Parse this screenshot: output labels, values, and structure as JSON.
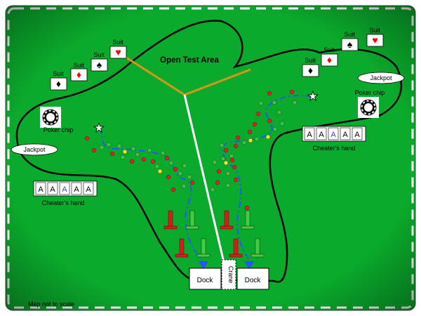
{
  "title": "Open Test Area",
  "footnote": "Map not to scale",
  "colors": {
    "field": "#0aab2c",
    "boundary": "#000000",
    "test_area_lines": "#d7961b",
    "dashed_path": "#2456ff",
    "marker_red": "#e02020",
    "marker_green": "#3ec43e",
    "marker_yellow": "#f5e32a",
    "suit_red": "#ff0000",
    "suit_black": "#000000",
    "card_blue": "#3344cc"
  },
  "left_zone": {
    "suits": [
      {
        "label": "Suit",
        "symbol": "♦",
        "color": "black"
      },
      {
        "label": "Suit",
        "symbol": "♦",
        "color": "red"
      },
      {
        "label": "Suit",
        "symbol": "♠",
        "color": "black"
      },
      {
        "label": "Suit",
        "symbol": "♥",
        "color": "red"
      }
    ],
    "poker_chip_label": "Poker chip",
    "jackpot_label": "Jackpot",
    "cheaters_hand_label": "Cheater's hand",
    "cheaters_hand_cards": [
      "A",
      "A",
      "A",
      "A",
      "A"
    ],
    "highlight_card_index": 2
  },
  "right_zone": {
    "suits": [
      {
        "label": "Suit",
        "symbol": "♦",
        "color": "black"
      },
      {
        "label": "Suit",
        "symbol": "♦",
        "color": "red"
      },
      {
        "label": "Suit",
        "symbol": "♠",
        "color": "black"
      },
      {
        "label": "Suit",
        "symbol": "♥",
        "color": "red"
      }
    ],
    "poker_chip_label": "Poker chip",
    "jackpot_label": "Jackpot",
    "cheaters_hand_label": "Cheater's hand",
    "cheaters_hand_cards": [
      "A",
      "A",
      "A",
      "A",
      "A"
    ],
    "highlight_card_index": 2
  },
  "docks": {
    "left_label": "Dock",
    "right_label": "Dock",
    "crane_label": "Crane"
  },
  "icons": {
    "start_marker": "star-icon",
    "poker_chip": "poker-chip-icon",
    "jackpot": "jackpot-cloud-icon",
    "pillar": "pillar-icon"
  }
}
